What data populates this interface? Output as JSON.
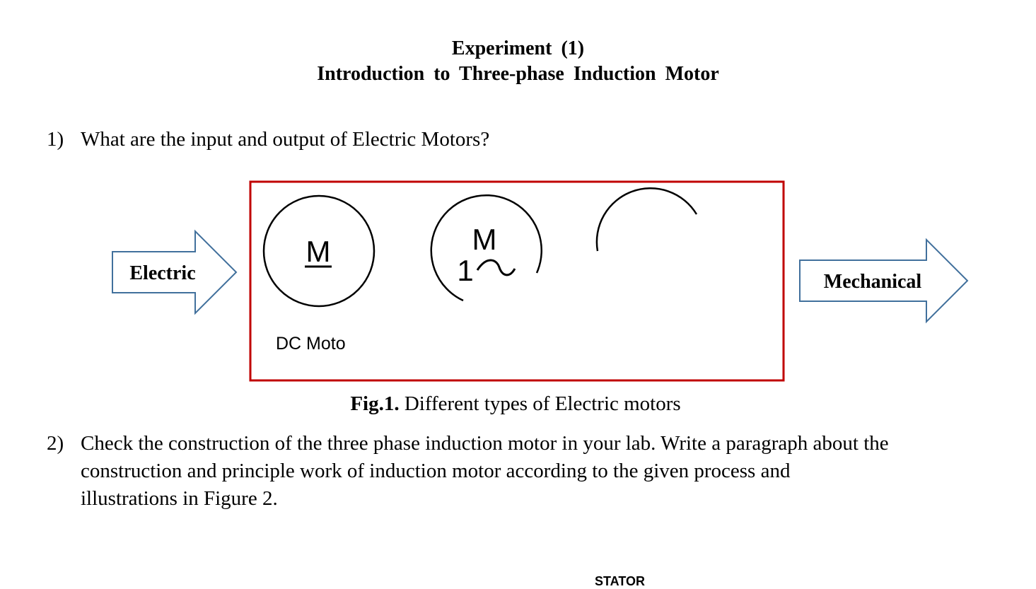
{
  "header": {
    "line1": "Experiment (1)",
    "line2": "Introduction to Three-phase Induction Motor"
  },
  "questions": [
    {
      "number": "1)",
      "text": "What are the input and output of Electric Motors?"
    },
    {
      "number": "2)",
      "lines": [
        "Check the construction of the three phase induction motor in your lab. Write a paragraph about the",
        "construction and principle work of induction motor according to the given process and",
        "illustrations in Figure 2."
      ]
    }
  ],
  "figure1": {
    "input_label": "Electric",
    "output_label": "Mechanical",
    "dc_symbol": "M",
    "ac_symbol_top": "M",
    "ac_symbol_bottom": "1",
    "dc_caption": "DC Moto",
    "caption_bold": "Fig.1.",
    "caption_text": "Different types of Electric motors",
    "box_color": "#c00000",
    "arrow_color": "#41709c"
  },
  "figure2": {
    "partial_label": "STATOR"
  }
}
